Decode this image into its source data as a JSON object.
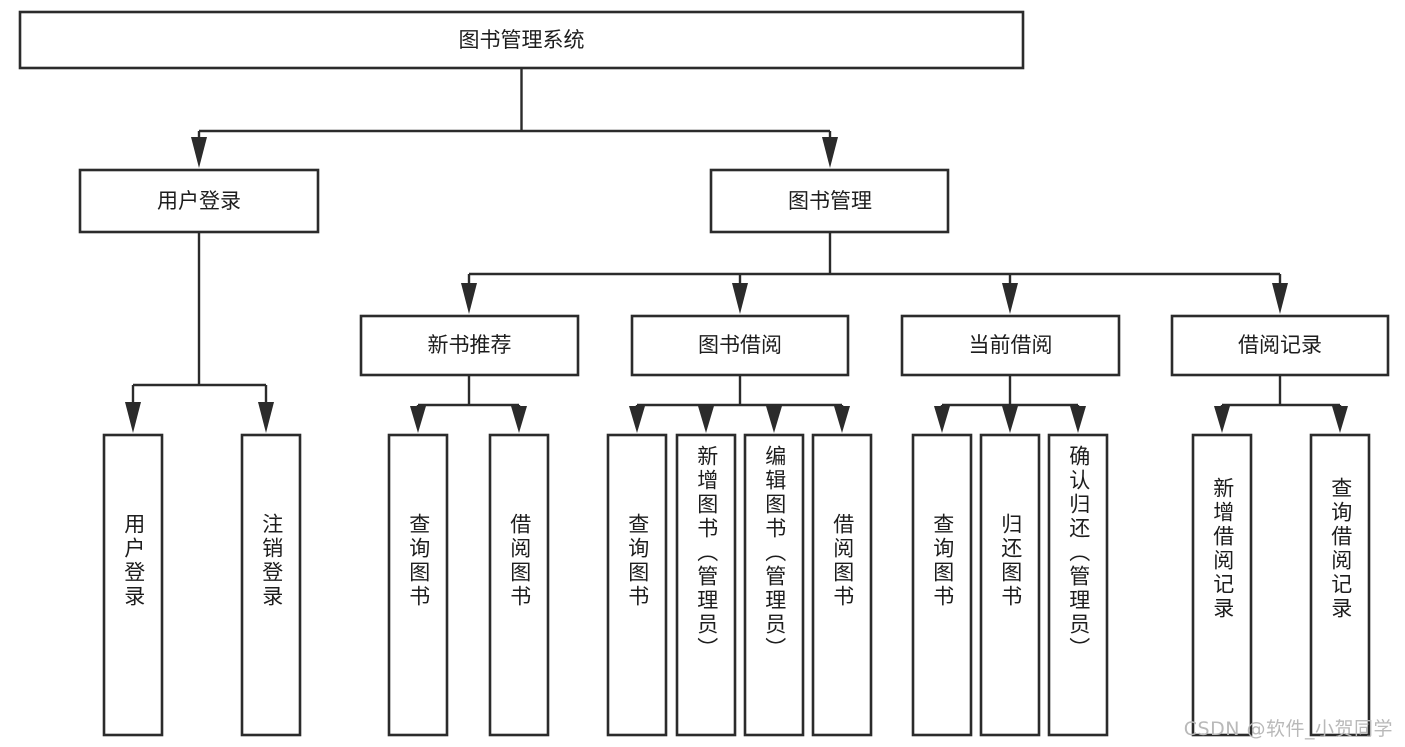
{
  "diagram": {
    "type": "tree-hierarchy",
    "title": "图书管理系统",
    "watermark": "CSDN @软件_小贺同学",
    "colors": {
      "stroke": "#2b2b2b",
      "fill": "#ffffff",
      "text": "#1d1d1d",
      "watermark": "#b9b9b9",
      "background": "#ffffff"
    },
    "root": {
      "id": "root",
      "label": "图书管理系统"
    },
    "level2": [
      {
        "id": "user-login",
        "label": "用户登录"
      },
      {
        "id": "book-manage",
        "label": "图书管理"
      }
    ],
    "level3": [
      {
        "id": "new-book-recommend",
        "label": "新书推荐",
        "parent": "book-manage"
      },
      {
        "id": "book-borrow",
        "label": "图书借阅",
        "parent": "book-manage"
      },
      {
        "id": "current-borrow",
        "label": "当前借阅",
        "parent": "book-manage"
      },
      {
        "id": "borrow-record",
        "label": "借阅记录",
        "parent": "book-manage"
      }
    ],
    "leaves": [
      {
        "id": "leaf-user-login",
        "label": "用户登录",
        "parent": "user-login"
      },
      {
        "id": "leaf-user-logout",
        "label": "注销登录",
        "parent": "user-login"
      },
      {
        "id": "leaf-query-book-1",
        "label": "查询图书",
        "parent": "new-book-recommend"
      },
      {
        "id": "leaf-borrow-book-1",
        "label": "借阅图书",
        "parent": "new-book-recommend"
      },
      {
        "id": "leaf-query-book-2",
        "label": "查询图书",
        "parent": "book-borrow"
      },
      {
        "id": "leaf-add-book",
        "label": "新增图书（管理员）",
        "parent": "book-borrow"
      },
      {
        "id": "leaf-edit-book",
        "label": "编辑图书（管理员）",
        "parent": "book-borrow"
      },
      {
        "id": "leaf-borrow-book-2",
        "label": "借阅图书",
        "parent": "book-borrow"
      },
      {
        "id": "leaf-query-book-3",
        "label": "查询图书",
        "parent": "current-borrow"
      },
      {
        "id": "leaf-return-book",
        "label": "归还图书",
        "parent": "current-borrow"
      },
      {
        "id": "leaf-confirm-return",
        "label": "确认归还（管理员）",
        "parent": "current-borrow"
      },
      {
        "id": "leaf-add-record",
        "label": "新增借阅记录",
        "parent": "borrow-record"
      },
      {
        "id": "leaf-query-record",
        "label": "查询借阅记录",
        "parent": "borrow-record"
      }
    ]
  }
}
